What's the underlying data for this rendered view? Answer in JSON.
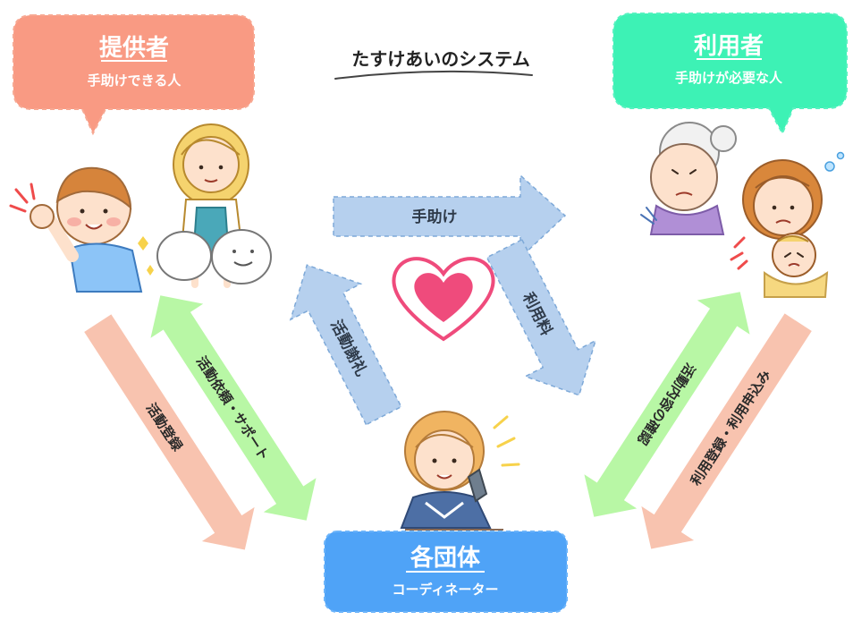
{
  "title": "たすけあいのシステム",
  "provider": {
    "title": "提供者",
    "subtitle": "手助けできる人"
  },
  "user": {
    "title": "利用者",
    "subtitle": "手助けが必要な人"
  },
  "organization": {
    "title": "各団体",
    "subtitle": "コーディネーター"
  },
  "flows": {
    "help": "手助け",
    "usage_fee": "利用料",
    "activity_thanks": "活動謝礼",
    "activity_request": "活動依頼・サポート",
    "activity_registration": "活動登録",
    "activity_confirmation": "活動内容の確認",
    "user_registration": "利用登録・利用申込み"
  },
  "colors": {
    "provider_bubble": "#f99a83",
    "user_bubble": "#3df2b5",
    "organization_bubble": "#4fa3f7",
    "blue_arrow": "#b6d0ee",
    "green_arrow": "#b8f7a5",
    "salmon_arrow": "#f8c3af",
    "heart": "#ef4b7c"
  },
  "illustrations": {
    "provider_people": "cheerful-helpers-illustration",
    "user_people": "elderly-and-mother-with-baby-illustration",
    "coordinator": "coordinator-on-phone-illustration"
  }
}
